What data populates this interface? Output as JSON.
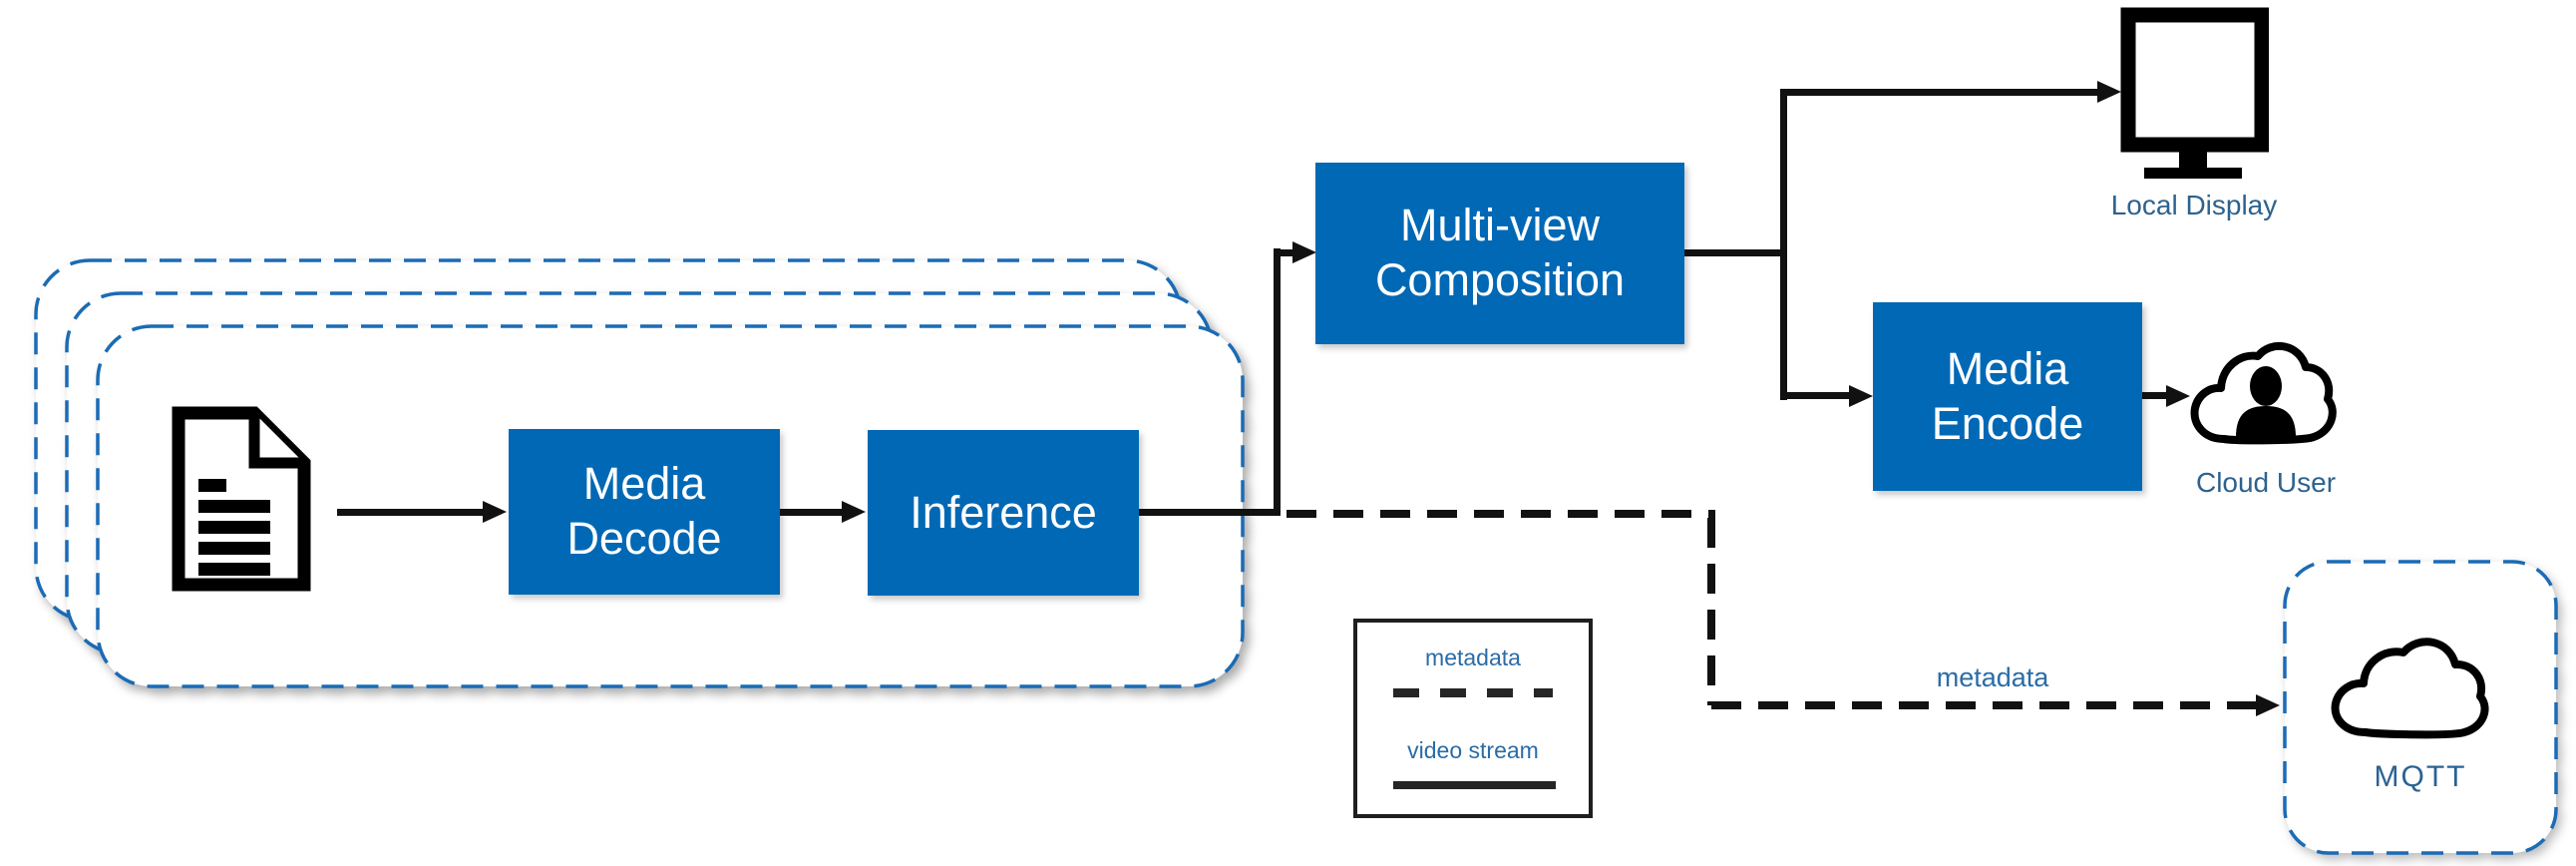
{
  "diagram_title": "",
  "colors": {
    "node_fill_blue": "#0068b4",
    "dashed_container_blue": "#1b6bb5",
    "connector_black": "#111111",
    "icon_label_blue": "#2d628f",
    "legend_text_blue": "#2a6ca6",
    "icon_black": "#000000"
  },
  "source": {
    "icon": "document-icon",
    "stacked_containers": 3
  },
  "pipeline": {
    "nodes": [
      {
        "id": "media_decode",
        "label": "Media Decode"
      },
      {
        "id": "inference",
        "label": "Inference"
      },
      {
        "id": "multiview_composition",
        "label": "Multi-view Composition"
      },
      {
        "id": "media_encode",
        "label": "Media Encode"
      }
    ]
  },
  "outputs": [
    {
      "id": "local_display",
      "label": "Local Display",
      "icon": "monitor-icon"
    },
    {
      "id": "cloud_user",
      "label": "Cloud User",
      "icon": "cloud-user-icon"
    },
    {
      "id": "mqtt",
      "label": "MQTT",
      "icon": "cloud-icon"
    }
  ],
  "edge_labels": {
    "metadata": "metadata"
  },
  "legend": {
    "metadata": "metadata",
    "video_stream": "video stream",
    "metadata_style": "dashed",
    "video_stream_style": "solid"
  }
}
